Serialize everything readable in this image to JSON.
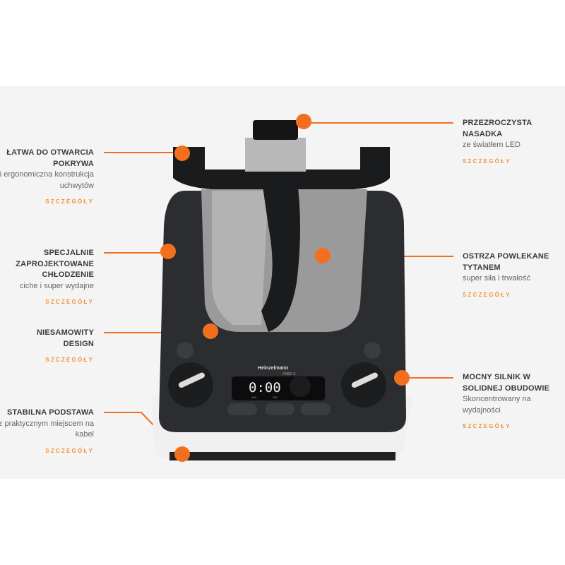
{
  "brand": {
    "name": "Heinzelmann",
    "model": "CHEF-X"
  },
  "display": {
    "time": "0:00",
    "min_label": "MIN",
    "sec_label": "SEC"
  },
  "accent_color": "#f26f1e",
  "features_left": [
    {
      "title": "ŁATWA DO OTWARCIA POKRYWA",
      "subtitle": "i ergonomiczna konstrukcja uchwytów",
      "details": "SZCZEGÓŁY"
    },
    {
      "title": "SPECJALNIE ZAPROJEKTOWANE CHŁODZENIE",
      "subtitle": "ciche i super wydajne",
      "details": "SZCZEGÓŁY"
    },
    {
      "title": "NIESAMOWITY DESIGN",
      "subtitle": "",
      "details": "SZCZEGÓŁY"
    },
    {
      "title": "STABILNA PODSTAWA",
      "subtitle": "z praktycznym miejscem na kabel",
      "details": "SZCZEGÓŁY"
    }
  ],
  "features_right": [
    {
      "title": "PRZEZROCZYSTA NASADKA",
      "subtitle": "ze światłem LED",
      "details": "SZCZEGÓŁY"
    },
    {
      "title": "OSTRZA POWLEKANE TYTANEM",
      "subtitle": "super siła i trwałość",
      "details": "SZCZEGÓŁY"
    },
    {
      "title": "MOCNY SILNIK W SOLIDNEJ OBUDOWIE",
      "subtitle": "Skoncentrowany na wydajności",
      "details": "SZCZEGÓŁY"
    }
  ]
}
